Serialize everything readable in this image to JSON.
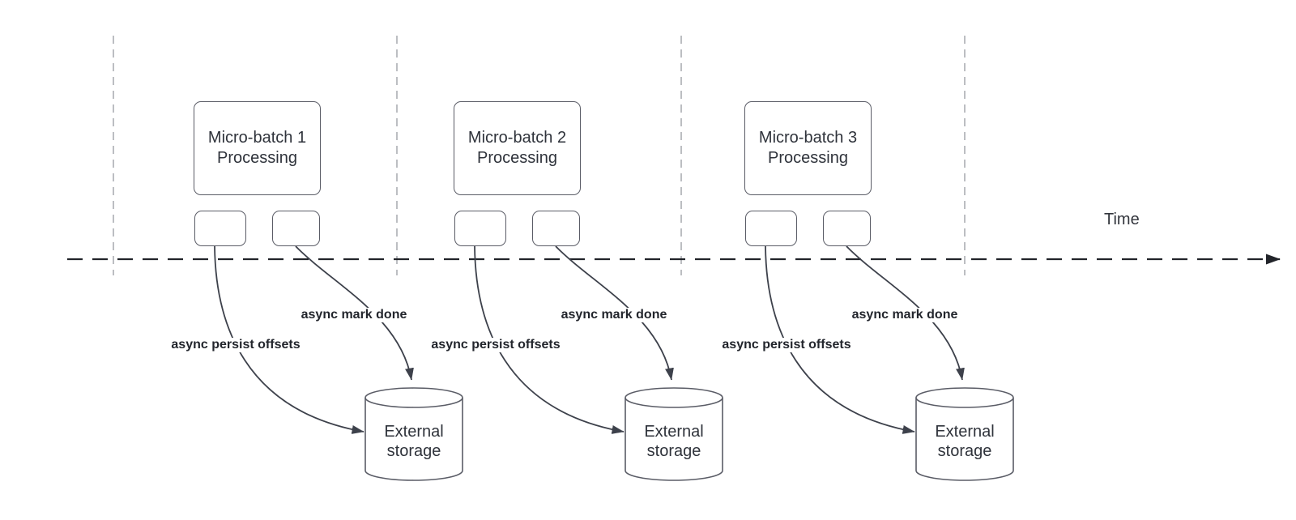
{
  "diagram": {
    "time_label": "Time",
    "groups": [
      {
        "process_title": "Micro-batch 1 Processing",
        "persist_label": "async persist offsets",
        "done_label": "async mark done",
        "storage_title": "External storage"
      },
      {
        "process_title": "Micro-batch 2 Processing",
        "persist_label": "async persist offsets",
        "done_label": "async mark done",
        "storage_title": "External storage"
      },
      {
        "process_title": "Micro-batch 3 Processing",
        "persist_label": "async persist offsets",
        "done_label": "async mark done",
        "storage_title": "External storage"
      }
    ],
    "colors": {
      "shape_stroke": "#5a5c66",
      "connector": "#3d414b",
      "timeline": "#22242a",
      "guide_dash": "#a6a8ad",
      "text": "#2f333b",
      "label_text": "#22252c",
      "background": "#ffffff"
    }
  }
}
